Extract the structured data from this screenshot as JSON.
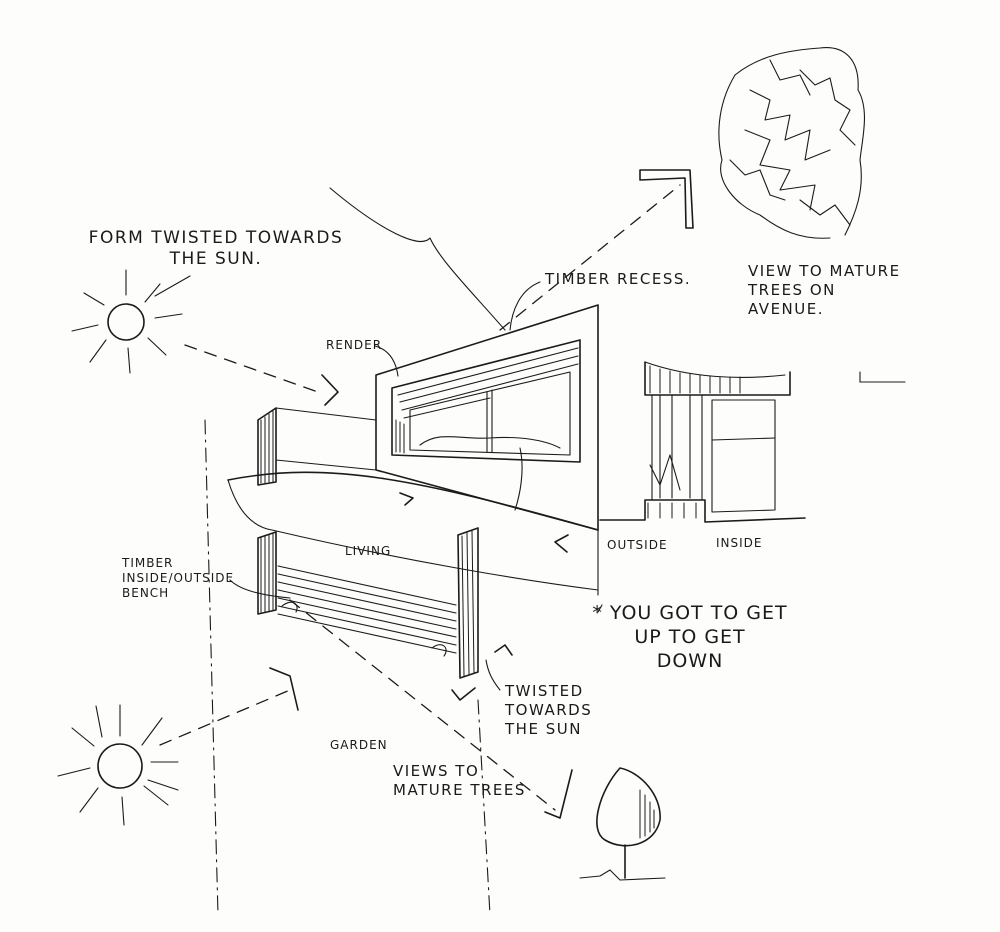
{
  "annotations": {
    "form_twisted": "FORM TWISTED TOWARDS\nTHE SUN.",
    "timber_recess": "TIMBER RECESS.",
    "render": "RENDER",
    "view_mature_trees_top": "VIEW TO MATURE\nTREES ON\nAVENUE.",
    "living": "LIVING",
    "outside": "OUTSIDE",
    "inside": "INSIDE",
    "timber_bench": "TIMBER\nINSIDE/OUTSIDE\nBENCH",
    "get_up_get_down": "* YOU GOT TO GET\nUP TO GET\nDOWN",
    "twisted_towards_sun": "TWISTED TOWARDS\nTHE SUN",
    "garden": "GARDEN",
    "views_mature_trees_bottom": "VIEWS TO\nMATURE TREES"
  },
  "colors": {
    "ink": "#1b1b1b",
    "paper": "#fdfdfc"
  }
}
